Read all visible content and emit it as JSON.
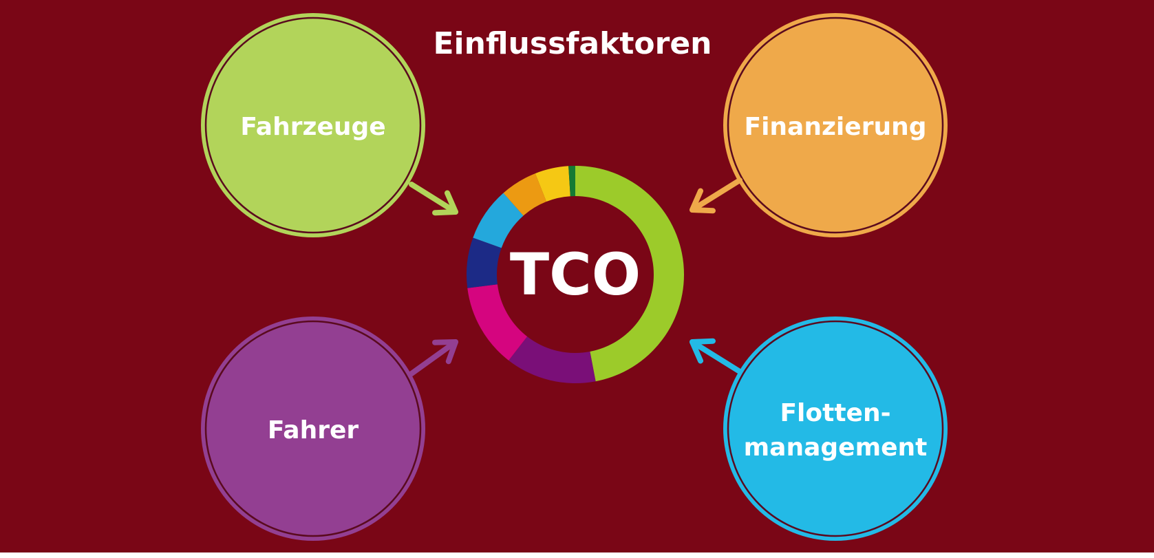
{
  "title": "Einflussfaktoren",
  "center_label": "TCO",
  "colors": {
    "background": "#7a0616",
    "fahrzeuge": "#b2d45a",
    "finanzierung": "#efa94a",
    "fahrer": "#933f92",
    "flottenmanagement": "#23bae6"
  },
  "factors": [
    {
      "key": "fahrzeuge",
      "lines": [
        "Fahrzeuge"
      ]
    },
    {
      "key": "finanzierung",
      "lines": [
        "Finanzierung"
      ]
    },
    {
      "key": "fahrer",
      "lines": [
        "Fahrer"
      ]
    },
    {
      "key": "flottenmanagement",
      "lines": [
        "Flotten-",
        "management"
      ]
    }
  ],
  "donut_segments": [
    {
      "color": "#9ccb2a",
      "share": 0.47
    },
    {
      "color": "#7a0f78",
      "share": 0.135
    },
    {
      "color": "#d5057f",
      "share": 0.125
    },
    {
      "color": "#1c2a86",
      "share": 0.075
    },
    {
      "color": "#24a8dc",
      "share": 0.08
    },
    {
      "color": "#ec9a12",
      "share": 0.055
    },
    {
      "color": "#f5c814",
      "share": 0.05
    },
    {
      "color": "#137a34",
      "share": 0.01
    }
  ]
}
